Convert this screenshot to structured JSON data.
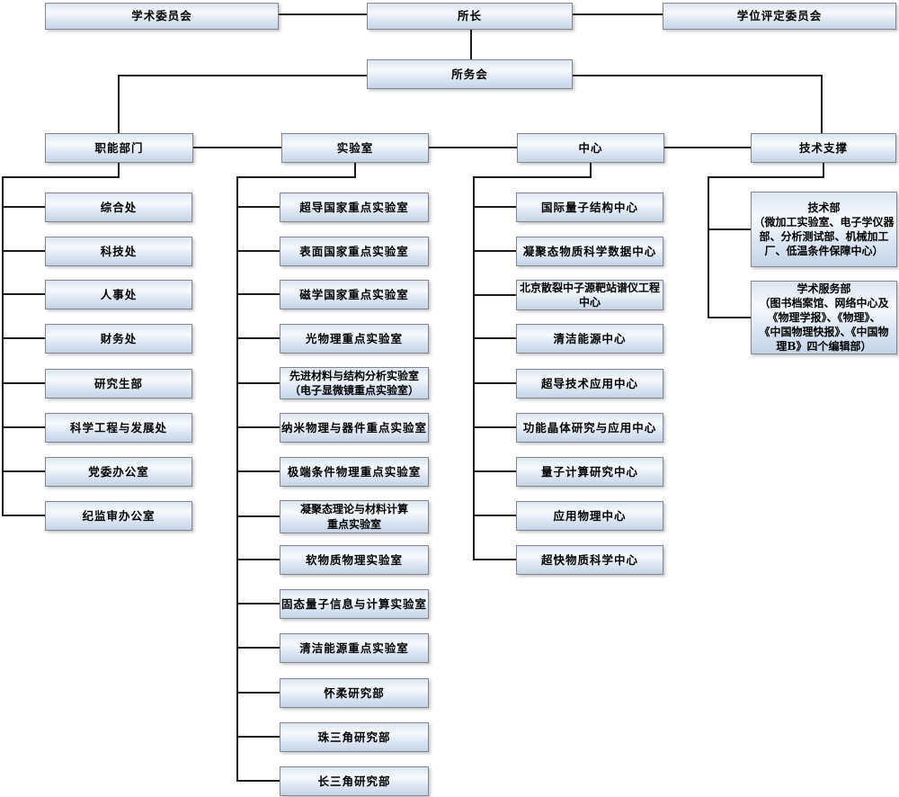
{
  "org": {
    "top": {
      "academic_committee": "学术委员会",
      "director": "所长",
      "degree_committee": "学位评定委员会",
      "council": "所务会"
    },
    "branches": {
      "functional": {
        "label": "职能部门",
        "items": [
          "综合处",
          "科技处",
          "人事处",
          "财务处",
          "研究生部",
          "科学工程与发展处",
          "党委办公室",
          "纪监审办公室"
        ]
      },
      "labs": {
        "label": "实验室",
        "items": [
          "超导国家重点实验室",
          "表面国家重点实验室",
          "磁学国家重点实验室",
          "光物理重点实验室",
          "先进材料与结构分析实验室\n（电子显微镜重点实验室）",
          "纳米物理与器件重点实验室",
          "极端条件物理重点实验室",
          "凝聚态理论与材料计算\n重点实验室",
          "软物质物理实验室",
          "固态量子信息与计算实验室",
          "清洁能源重点实验室",
          "怀柔研究部",
          "珠三角研究部",
          "长三角研究部"
        ]
      },
      "centers": {
        "label": "中心",
        "items": [
          "国际量子结构中心",
          "凝聚态物质科学数据中心",
          "北京散裂中子源靶站谱仪工程\n中心",
          "清洁能源中心",
          "超导技术应用中心",
          "功能晶体研究与应用中心",
          "量子计算研究中心",
          "应用物理中心",
          "超快物质科学中心"
        ]
      },
      "tech": {
        "label": "技术支撑",
        "items": [
          "技术部\n（微加工实验室、电子学仪器\n部、分析测试部、机械加工\n厂、低温条件保障中心）",
          "学术服务部\n（图书档案馆、网络中心及\n《物理学报》、《物理》、\n《中国物理快报》、《中国物\n理B》四个编辑部）"
        ]
      }
    }
  },
  "colors": {
    "box_gradient_top": "#dbe5f1",
    "box_gradient_mid": "#f7fafd",
    "box_gradient_bottom": "#c4d4e8",
    "box_border": "#868686",
    "connector_line": "#1c1c1c",
    "background": "#ffffff"
  }
}
